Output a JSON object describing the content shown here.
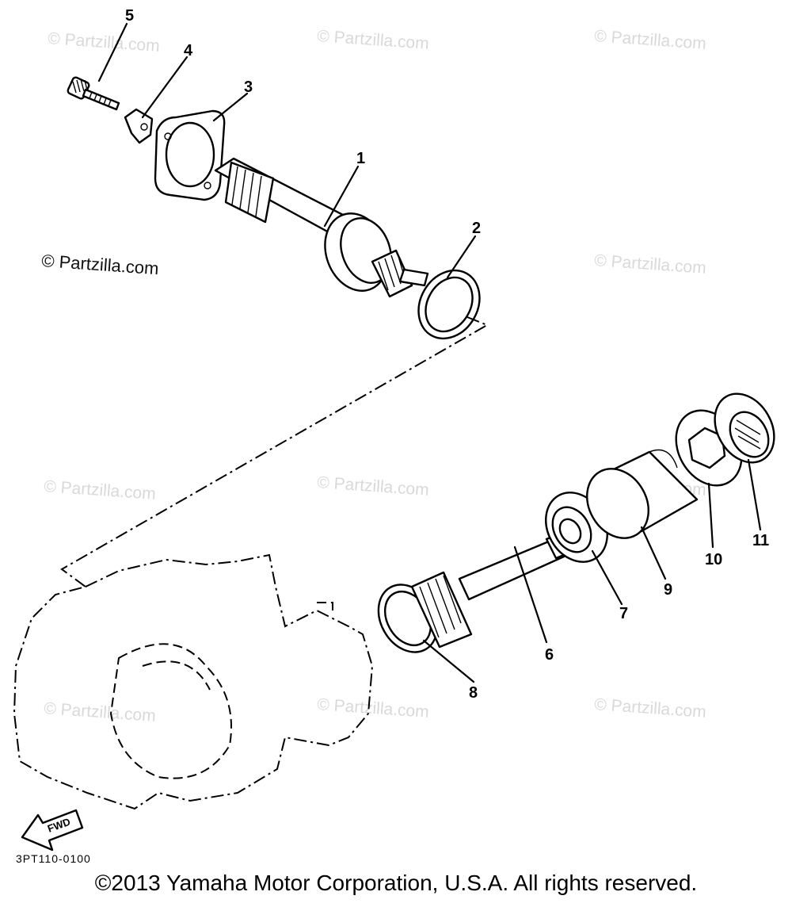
{
  "watermark": "© Partzilla.com",
  "watermark_highlight": "© Partzilla.com",
  "callouts": [
    "1",
    "2",
    "3",
    "4",
    "5",
    "6",
    "7",
    "8",
    "9",
    "10",
    "11"
  ],
  "direction_label": "FWD",
  "reference_code": "3PT110-0100",
  "copyright": "©2013 Yamaha Motor Corporation, U.S.A. All rights reserved."
}
